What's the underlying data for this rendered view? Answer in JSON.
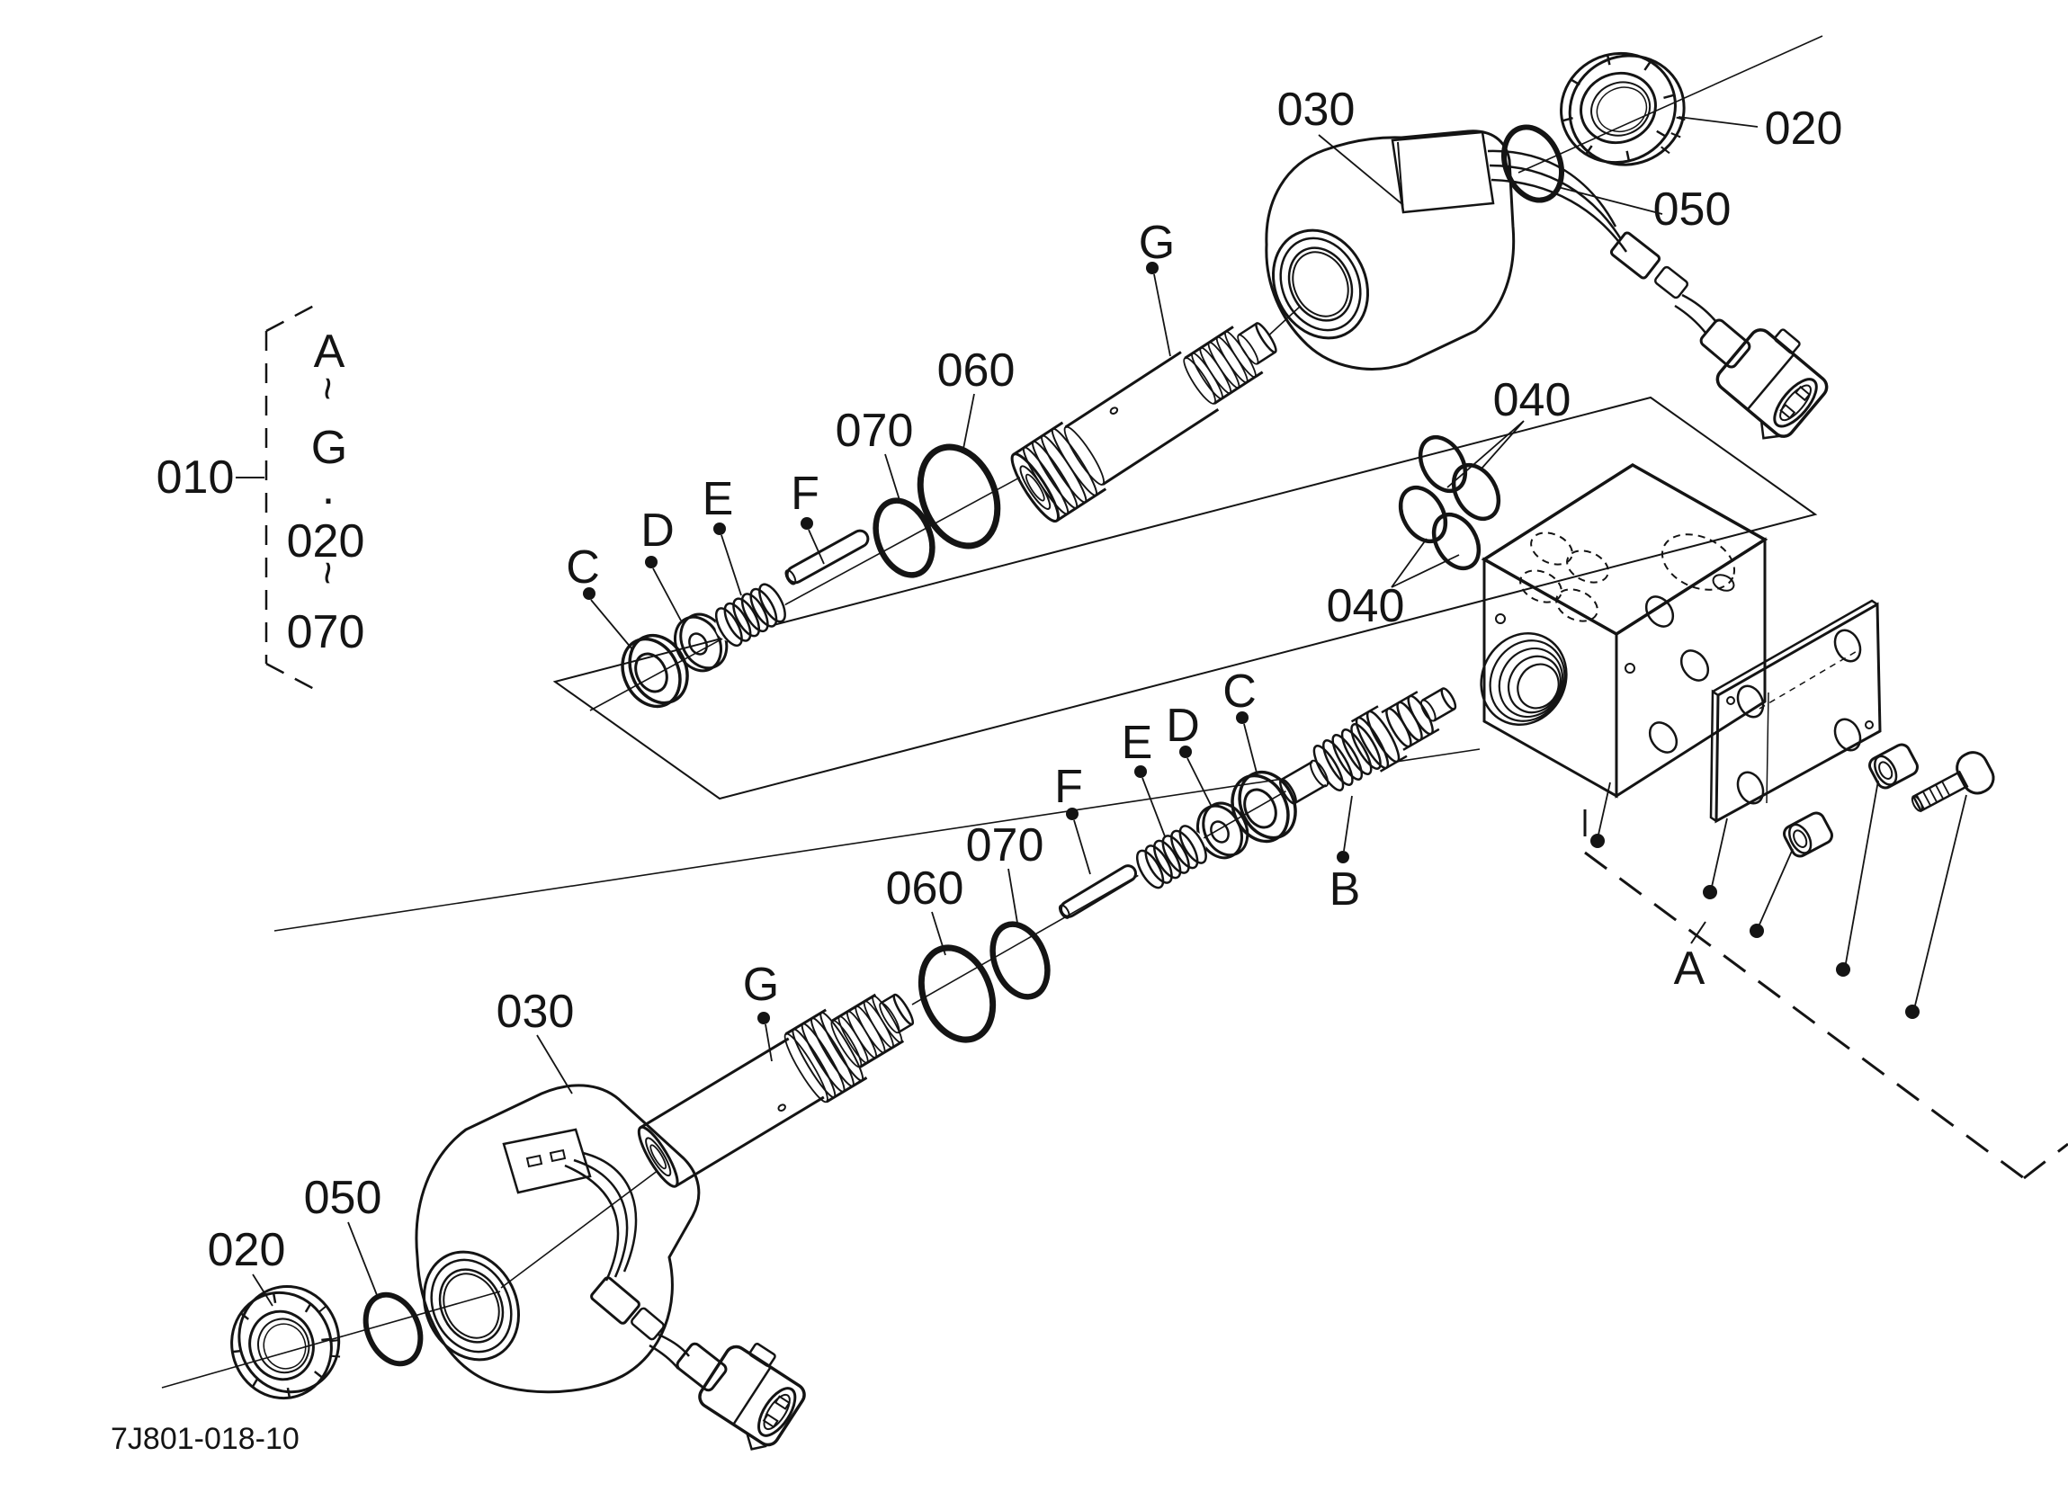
{
  "colors": {
    "background": "#ffffff",
    "line": "#141414"
  },
  "drawing_number": "7J801-018-10",
  "group_callout": {
    "id": "010",
    "letter_from": "A",
    "tilde_a": "~",
    "letter_to": "G",
    "separator_dot": ".",
    "number_from": "020",
    "tilde_b": "~",
    "number_to": "070"
  },
  "labels": {
    "upper": {
      "washer_large": "C",
      "washer_small": "D",
      "spring": "E",
      "pin": "F",
      "oring_small": "070",
      "oring_large": "060",
      "cartridge": "G",
      "coil": "030",
      "coil_oring": "050",
      "retaining_nut": "020"
    },
    "block": {
      "orings_a": "040",
      "orings_b": "040"
    },
    "plate_group": "A",
    "lower": {
      "spool": "B",
      "washer_large": "C",
      "washer_small": "D",
      "spring": "E",
      "pin": "F",
      "oring_small": "070",
      "oring_large": "060",
      "cartridge": "G",
      "coil": "030",
      "coil_oring": "050",
      "retaining_nut": "020"
    }
  }
}
